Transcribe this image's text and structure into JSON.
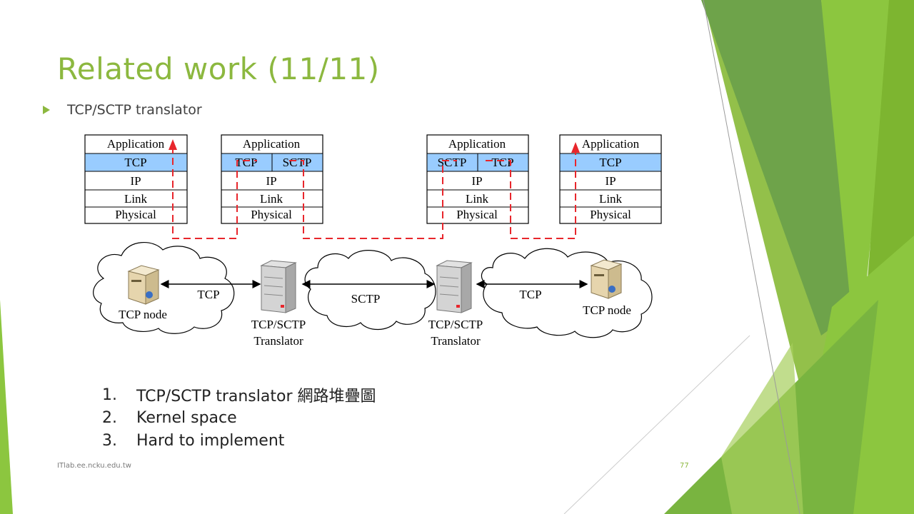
{
  "slide": {
    "title": "Related work (11/11)",
    "bullet": "TCP/SCTP translator",
    "list": [
      {
        "num": "1.",
        "text": "TCP/SCTP translator 網路堆疊圖"
      },
      {
        "num": "2.",
        "text": "Kernel space"
      },
      {
        "num": "3.",
        "text": "Hard to implement"
      }
    ],
    "footer_left": "ITlab.ee.ncku.edu.tw",
    "page_number": "77"
  },
  "diagram": {
    "stacks": [
      {
        "layers": [
          "Application",
          "TCP",
          "IP",
          "Link",
          "Physical"
        ]
      },
      {
        "layers": [
          "Application",
          "TCP",
          "SCTP",
          "IP",
          "Link",
          "Physical"
        ]
      },
      {
        "layers": [
          "Application",
          "SCTP",
          "TCP",
          "IP",
          "Link",
          "Physical"
        ]
      },
      {
        "layers": [
          "Application",
          "TCP",
          "IP",
          "Link",
          "Physical"
        ]
      }
    ],
    "link_labels": [
      "TCP",
      "SCTP",
      "TCP"
    ],
    "node_labels": [
      "TCP node",
      "TCP/SCTP",
      "Translator",
      "TCP/SCTP",
      "Translator",
      "TCP node"
    ]
  },
  "colors": {
    "accent": "#8cb83f",
    "transport_layer": "#99ccff",
    "path": "#e8262c"
  }
}
